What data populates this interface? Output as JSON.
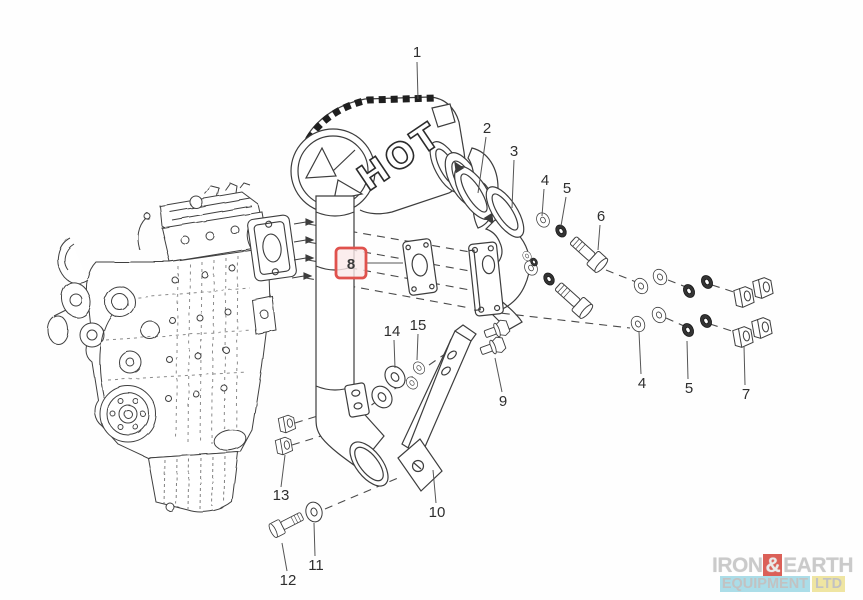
{
  "diagram": {
    "muffler_text": "HOT",
    "selected_part": "8",
    "highlight_color": "#e0524d",
    "line_color": "#3d3d3d"
  },
  "labels": {
    "n1": "1",
    "n2": "2",
    "n3": "3",
    "n4": "4",
    "n5": "5",
    "n6": "6",
    "n7": "7",
    "n8": "8",
    "n9": "9",
    "n10": "10",
    "n11": "11",
    "n12": "12",
    "n13": "13",
    "n14": "14",
    "n15": "15"
  },
  "logo": {
    "word1": "IRON",
    "amp": "&",
    "word2": "EARTH",
    "word3": "EQUIPMENT",
    "word4": "LTD",
    "amp_bg": "#d9534a",
    "word3_bg": "#a5dbe7",
    "word4_bg": "#eee39b",
    "text_color": "#c6c6c6"
  }
}
